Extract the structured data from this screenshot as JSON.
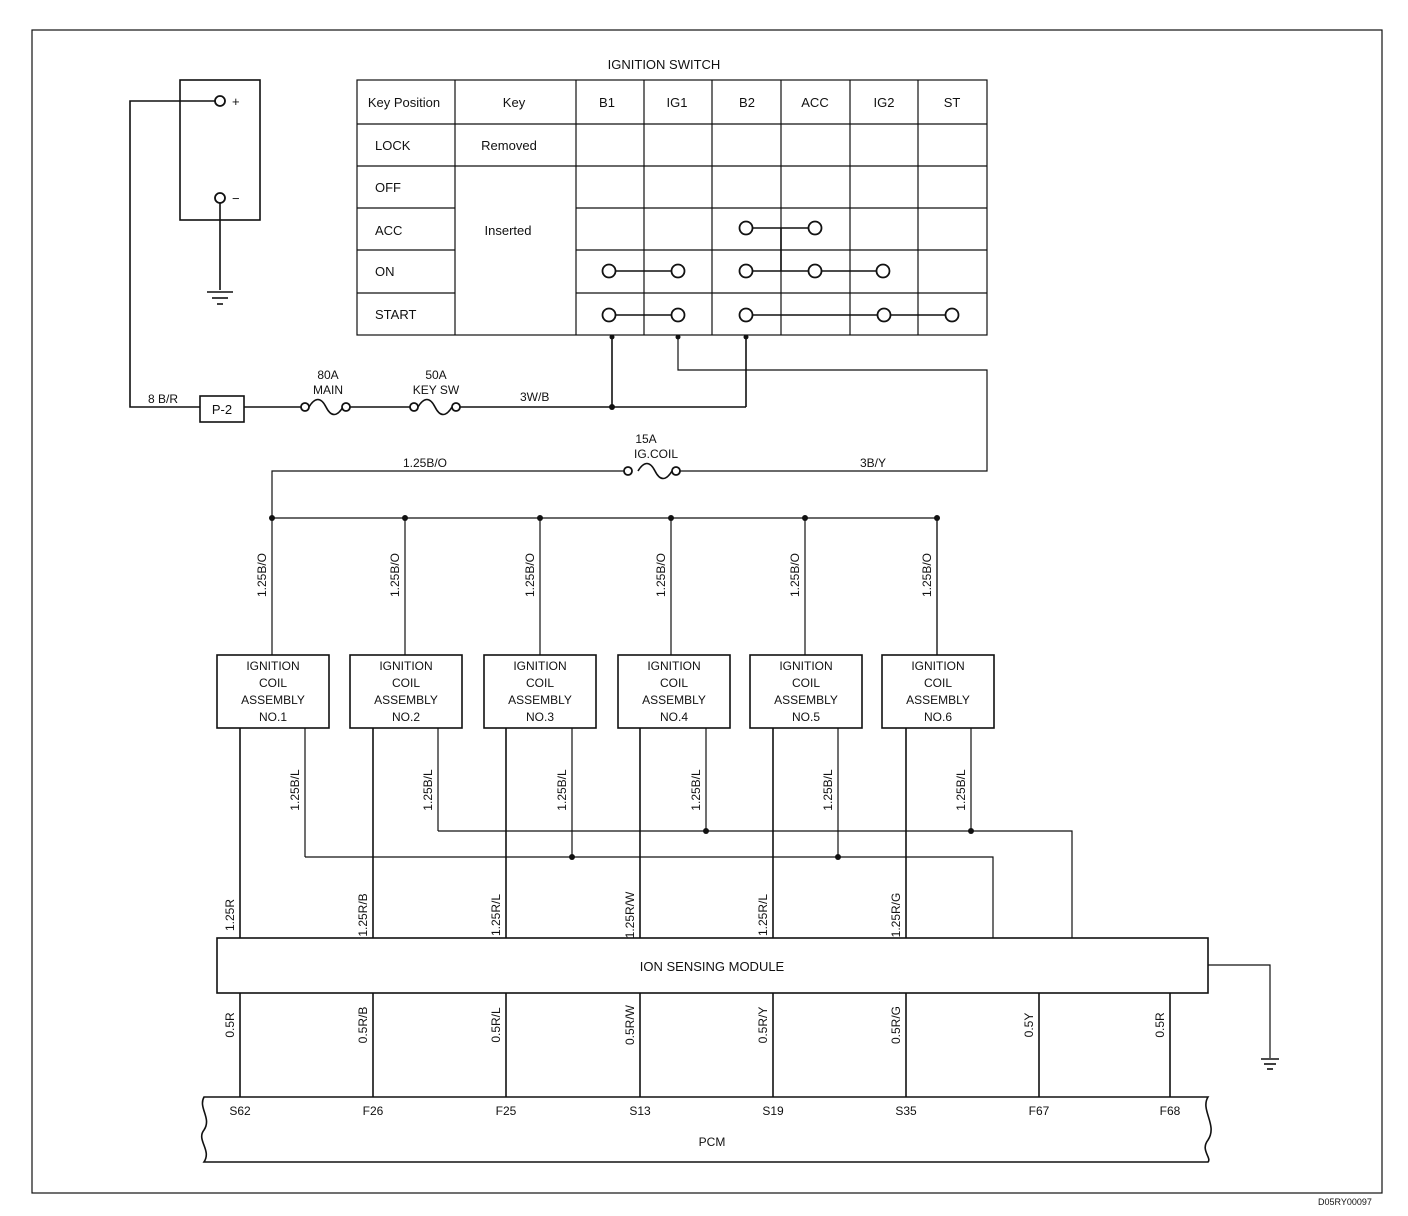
{
  "ignition_switch": {
    "title": "IGNITION SWITCH",
    "headers": [
      "Key Position",
      "Key",
      "B1",
      "IG1",
      "B2",
      "ACC",
      "IG2",
      "ST"
    ],
    "rows": [
      {
        "position": "LOCK",
        "key": "Removed"
      },
      {
        "position": "OFF",
        "key": ""
      },
      {
        "position": "ACC",
        "key": "Inserted"
      },
      {
        "position": "ON",
        "key": ""
      },
      {
        "position": "START",
        "key": ""
      }
    ],
    "connections": [
      {
        "position": "ACC",
        "links": [
          [
            "B2",
            "ACC"
          ]
        ]
      },
      {
        "position": "ON",
        "links": [
          [
            "B1",
            "IG1"
          ],
          [
            "B2",
            "ACC",
            "IG2"
          ]
        ]
      },
      {
        "position": "START",
        "links": [
          [
            "B1",
            "IG1"
          ],
          [
            "B2",
            "IG2",
            "ST"
          ]
        ]
      }
    ]
  },
  "battery": {
    "positive": "+",
    "negative": "−"
  },
  "supply": {
    "wire_battery": "8 B/R",
    "connector": "P-2",
    "fuse_main": {
      "rating": "80A",
      "name": "MAIN"
    },
    "fuse_key": {
      "rating": "50A",
      "name": "KEY SW"
    },
    "wire_switch": "3W/B",
    "fuse_coil": {
      "rating": "15A",
      "name": "IG.COIL"
    },
    "wire_coil_left": "1.25B/O",
    "wire_coil_right": "3B/Y"
  },
  "coils": [
    {
      "line1": "IGNITION",
      "line2": "COIL",
      "line3": "ASSEMBLY",
      "line4": "NO.1",
      "feed": "1.25B/O",
      "return": "1.25B/L",
      "signal": "1.25R"
    },
    {
      "line1": "IGNITION",
      "line2": "COIL",
      "line3": "ASSEMBLY",
      "line4": "NO.2",
      "feed": "1.25B/O",
      "return": "1.25B/L",
      "signal": "1.25R/B"
    },
    {
      "line1": "IGNITION",
      "line2": "COIL",
      "line3": "ASSEMBLY",
      "line4": "NO.3",
      "feed": "1.25B/O",
      "return": "1.25B/L",
      "signal": "1.25R/L"
    },
    {
      "line1": "IGNITION",
      "line2": "COIL",
      "line3": "ASSEMBLY",
      "line4": "NO.4",
      "feed": "1.25B/O",
      "return": "1.25B/L",
      "signal": "1.25R/W"
    },
    {
      "line1": "IGNITION",
      "line2": "COIL",
      "line3": "ASSEMBLY",
      "line4": "NO.5",
      "feed": "1.25B/O",
      "return": "1.25B/L",
      "signal": "1.25R/L"
    },
    {
      "line1": "IGNITION",
      "line2": "COIL",
      "line3": "ASSEMBLY",
      "line4": "NO.6",
      "feed": "1.25B/O",
      "return": "1.25B/L",
      "signal": "1.25R/G"
    }
  ],
  "ion_module": {
    "label": "ION SENSING MODULE"
  },
  "pcm": {
    "label": "PCM",
    "pins": [
      {
        "wire": "0.5R",
        "pin": "S62"
      },
      {
        "wire": "0.5R/B",
        "pin": "F26"
      },
      {
        "wire": "0.5R/L",
        "pin": "F25"
      },
      {
        "wire": "0.5R/W",
        "pin": "S13"
      },
      {
        "wire": "0.5R/Y",
        "pin": "S19"
      },
      {
        "wire": "0.5R/G",
        "pin": "S35"
      },
      {
        "wire": "0.5Y",
        "pin": "F67"
      },
      {
        "wire": "0.5R",
        "pin": "F68"
      }
    ]
  },
  "figure_code": "D05RY00097"
}
